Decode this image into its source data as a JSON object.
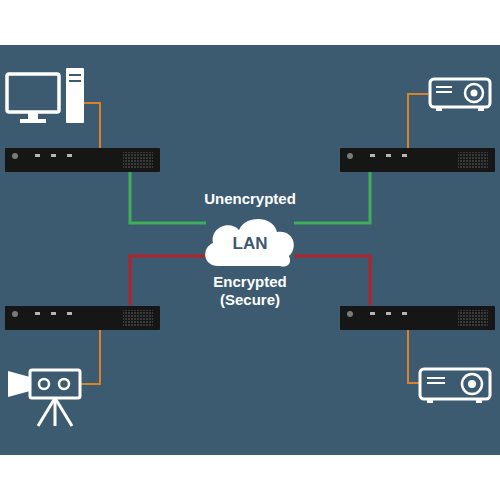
{
  "diagram": {
    "nodes": [
      {
        "text": [
          "LAN"
        ]
      }
    ],
    "labels": [
      "Unencrypted",
      "Encrypted (Secure)"
    ]
  }
}
